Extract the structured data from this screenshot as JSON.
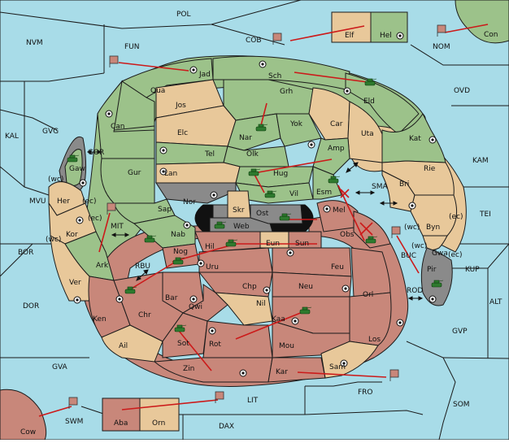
{
  "colors": {
    "sea": "#a8dce8",
    "green": "#9cc28a",
    "tan": "#e8c89a",
    "red": "#c8877a",
    "grey": "#8a8a8a",
    "arrow": "#cc1a1a",
    "army": "#2e7a2e"
  },
  "sea_labels": {
    "pol": "POL",
    "fun": "FUN",
    "nvm": "NVM",
    "cob": "COB",
    "nom": "NOM",
    "ovd": "OVD",
    "kal": "KAL",
    "gvg": "GVG",
    "gor": "GOR",
    "kam": "KAM",
    "sma": "SMA",
    "tei": "TEI",
    "mvu": "MVU",
    "mit": "MIT",
    "bor": "BOR",
    "rbu": "RBU",
    "buc": "BUC",
    "kup": "KUP",
    "dor": "DOR",
    "rod": "ROD",
    "alt": "ALT",
    "gvp": "GVP",
    "gva": "GVA",
    "fro": "FRO",
    "som": "SOM",
    "swm": "SWM",
    "lit": "LIT",
    "dax": "DAX"
  },
  "land_labels": {
    "jad": "Jad",
    "sch": "Sch",
    "qua": "Qua",
    "jos": "Jos",
    "grh": "Grh",
    "eld": "Eld",
    "can": "Can",
    "nar": "Nar",
    "yok": "Yok",
    "car": "Car",
    "uta": "Uta",
    "elc": "Elc",
    "kat": "Kat",
    "olk": "Olk",
    "amp": "Amp",
    "gaw": "Gaw",
    "tel": "Tel",
    "gur": "Gur",
    "lan": "Lan",
    "hug": "Hug",
    "rie": "Rie",
    "bri": "Bri",
    "nor": "Nor",
    "vil": "Vil",
    "esm": "Esm",
    "her": "Her",
    "skr": "Skr",
    "ost": "Ost",
    "sap": "Sap",
    "web": "Web",
    "mel": "Mel",
    "kor": "Kor",
    "byn": "Byn",
    "nab": "Nab",
    "eun": "Eun",
    "sun": "Sun",
    "obs": "Obs",
    "ark": "Ark",
    "hil": "Hil",
    "gwa": "Gwa",
    "nog": "Nog",
    "uru": "Uru",
    "feu": "Feu",
    "pir": "Pir",
    "ver": "Ver",
    "chp": "Chp",
    "neu": "Neu",
    "bar": "Bar",
    "orl": "Orl",
    "qwi": "Qwi",
    "nil": "Nil",
    "ken": "Ken",
    "chr": "Chr",
    "kaa": "Kaa",
    "ail": "Ail",
    "sot": "Sot",
    "rot": "Rot",
    "mou": "Mou",
    "los": "Los",
    "zin": "Zin",
    "kar": "Kar",
    "sam": "Sam",
    "elf": "Elf",
    "hel": "Hel",
    "con": "Con",
    "cow": "Cow",
    "aba": "Aba",
    "orn": "Orn"
  },
  "coast_labels": {
    "wc_gvg": "(wc)",
    "ec_her": "(ec)",
    "ec_mit": "(ec)",
    "wc_kor": "(wc)",
    "wc_byn": "(wc)",
    "ec_rie": "(ec)",
    "wc_gwa": "(wc)",
    "ec_gwa": "(ec)"
  },
  "icons": {
    "army": "tank-icon",
    "fleet": "flag-icon",
    "supply_center": "dot-circle-icon",
    "dislodged": "x-mark-icon",
    "convoy_link": "double-arrow-icon"
  }
}
